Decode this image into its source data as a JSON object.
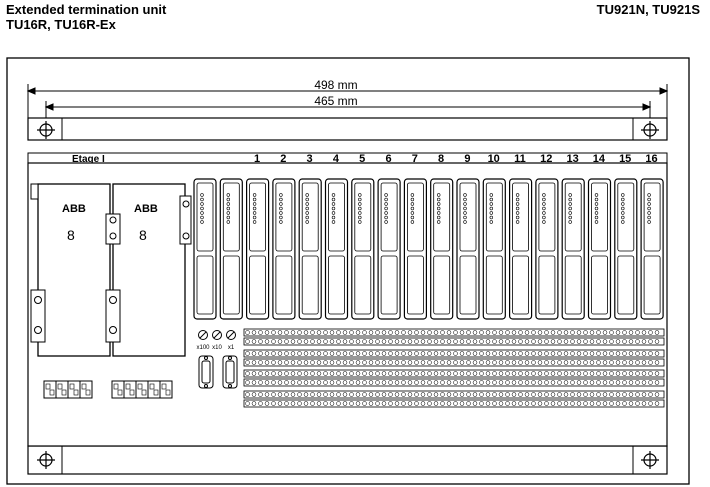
{
  "header": {
    "title_line1": "Extended termination unit",
    "title_line2": "TU16R, TU16R-Ex",
    "right_title": "TU921N, TU921S"
  },
  "drawing": {
    "dim_outer": "498 mm",
    "dim_inner": "465 mm",
    "etage_label": "Etage I",
    "slot_numbers": [
      "1",
      "2",
      "3",
      "4",
      "5",
      "6",
      "7",
      "8",
      "9",
      "10",
      "11",
      "12",
      "13",
      "14",
      "15",
      "16"
    ],
    "power_modules": [
      {
        "brand": "ABB",
        "digit": "8"
      },
      {
        "brand": "ABB",
        "digit": "8"
      }
    ],
    "switch_labels": [
      "x100",
      "x10",
      "x1"
    ]
  }
}
